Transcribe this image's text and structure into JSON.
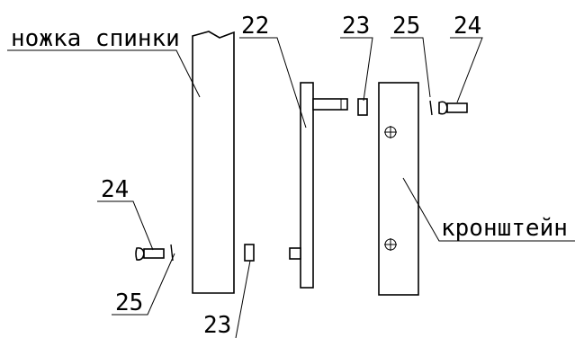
{
  "labels": {
    "leg": "ножка спинки",
    "bracket": "кронштейн",
    "part_22": "22",
    "part_23_top": "23",
    "part_25_top": "25",
    "part_24_top": "24",
    "part_24_left": "24",
    "part_25_left": "25",
    "part_23_bottom": "23"
  },
  "colors": {
    "line": "#000000",
    "background": "#ffffff"
  }
}
